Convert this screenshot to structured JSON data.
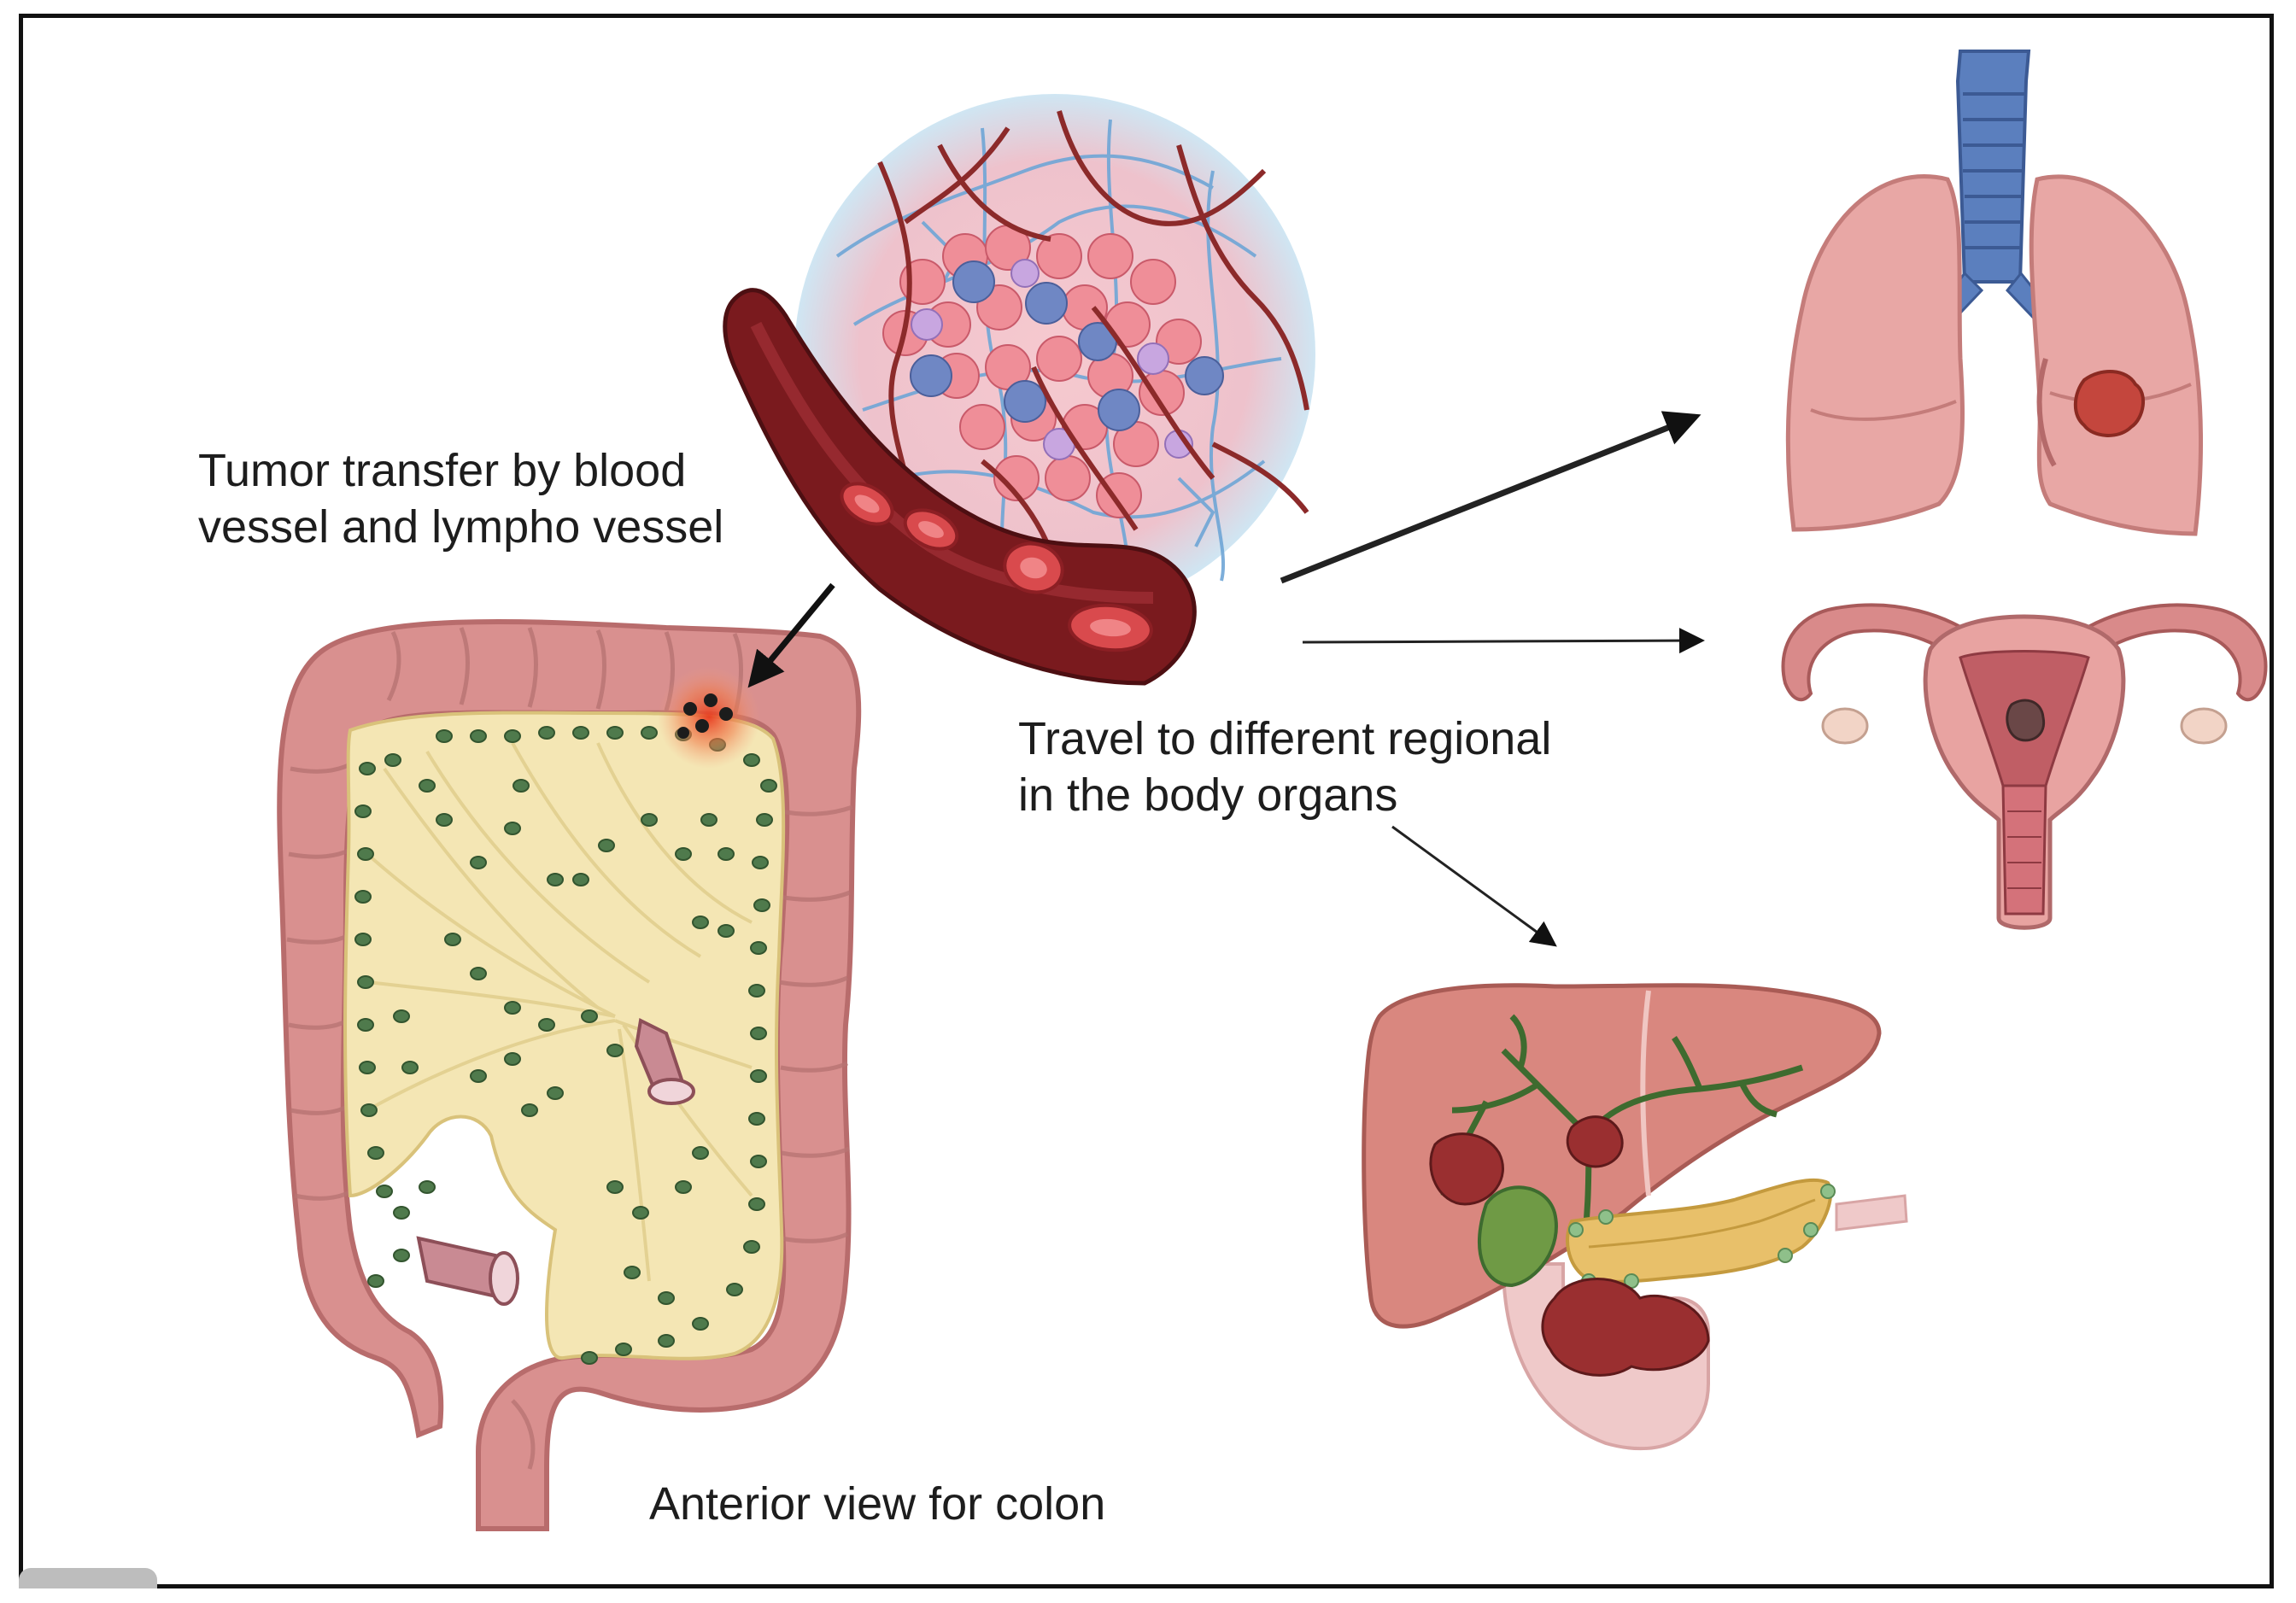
{
  "labels": {
    "tumor_transfer_line1": "Tumor transfer by blood",
    "tumor_transfer_line2": "vessel and lympho vessel",
    "travel_line1": "Travel to different regional",
    "travel_line2": "in the body organs",
    "anterior_view": "Anterior view for colon"
  },
  "colors": {
    "colon_wall": "#d9908f",
    "mesentery": "#f4e6b4",
    "lymph_node": "#4f7a4c",
    "tumor_glow": "#e83a1e",
    "blood_vessel": "#7a1a1e",
    "red_cell": "#d94a4d",
    "lung": "#e8a7a5",
    "trachea": "#5b7fbe",
    "liver": "#d9877f",
    "gallbladder": "#6f9a45",
    "pancreas": "#e8c06a",
    "tumor_mass": "#9a2f30",
    "arrow": "#111111"
  },
  "icons": [
    "colon-illustration",
    "tumor-cell-cluster-icon",
    "blood-vessel-icon",
    "lung-icon",
    "uterus-icon",
    "liver-pancreas-icon"
  ]
}
